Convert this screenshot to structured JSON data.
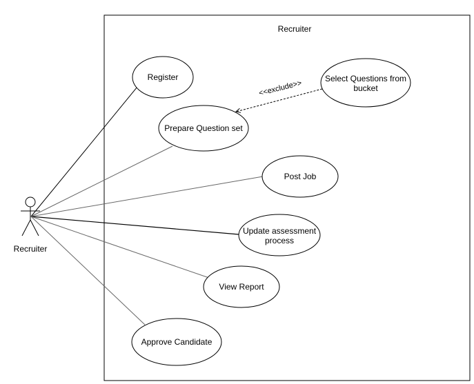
{
  "system": {
    "title": "Recruiter"
  },
  "actor": {
    "label": "Recruiter"
  },
  "use_cases": {
    "register": "Register",
    "prepare_question_set": "Prepare Question set",
    "select_questions_line1": "Select Questions from",
    "select_questions_line2": "bucket",
    "post_job": "Post Job",
    "update_assessment_line1": "Update assessment",
    "update_assessment_line2": "process",
    "view_report": "View Report",
    "approve_candidate": "Approve Candidate"
  },
  "relations": {
    "exclude_label": "<<exclude>>"
  },
  "colors": {
    "stroke": "#000000",
    "line": "#555555",
    "background": "#ffffff"
  }
}
